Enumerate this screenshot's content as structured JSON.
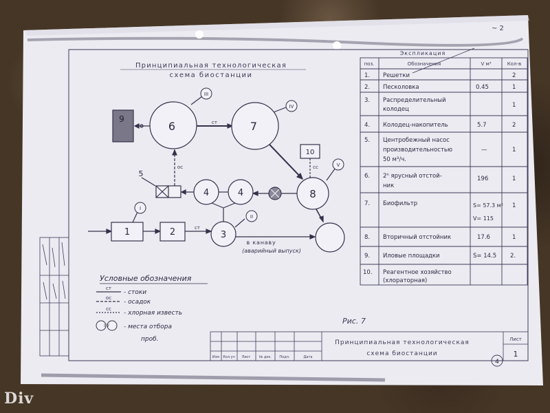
{
  "title": {
    "line1": "Принципиальная технологическая",
    "line2": "схема биостанции"
  },
  "nodes": {
    "n9": "9",
    "n6": "6",
    "n7": "7",
    "n10": "10",
    "n8": "8",
    "n5": "5",
    "n4a": "4",
    "n4b": "4",
    "n1": "1",
    "n2": "2",
    "n3": "3"
  },
  "markers": {
    "m3": "III",
    "m4": "IV",
    "m5": "V",
    "m1": "I",
    "m2": "II"
  },
  "flow_labels": {
    "st1": "ст",
    "os1": "ос",
    "st2": "ст",
    "cl1": "сс"
  },
  "outfall": {
    "line1": "в канаву",
    "line2": "(аварийный выпуск)"
  },
  "legend": {
    "title": "Условные обозначения",
    "items": [
      {
        "symbol": "ст",
        "text": "- стоки"
      },
      {
        "symbol": "ос",
        "text": "- осадок"
      },
      {
        "symbol": "сс",
        "text": "- хлорная известь"
      },
      {
        "symbol": "I V",
        "text": "- места отбора"
      },
      {
        "symbol": "",
        "text": "проб."
      }
    ]
  },
  "table": {
    "header_title": "Экспликация",
    "columns": [
      "поз.",
      "Обозначения",
      "V м³",
      "Кол-в"
    ],
    "rows": [
      {
        "pos": "1.",
        "name": "Решетки",
        "vol": "",
        "qty": "2"
      },
      {
        "pos": "2.",
        "name": "Песколовка",
        "vol": "0.45",
        "qty": "1"
      },
      {
        "pos": "3.",
        "name": "Распределительный колодец",
        "vol": "",
        "qty": "1"
      },
      {
        "pos": "4.",
        "name": "Колодец-накопитель",
        "vol": "5.7",
        "qty": "2"
      },
      {
        "pos": "5.",
        "name": "Центробежный насос производительностью 50 м³/ч.",
        "vol": "—",
        "qty": "1"
      },
      {
        "pos": "6.",
        "name": "2ʰ ярусный отстойник",
        "vol": "196",
        "qty": "1"
      },
      {
        "pos": "7.",
        "name": "Биофильтр",
        "vol": "S= 57.3 м² V= 115",
        "qty": "1"
      },
      {
        "pos": "8.",
        "name": "Вторичный отстойник",
        "vol": "17.6",
        "qty": "1"
      },
      {
        "pos": "9.",
        "name": "Иловые площадки",
        "vol": "S= 14.5",
        "qty": "2."
      },
      {
        "pos": "10.",
        "name": "Реагентное хозяйство (хлораторная)",
        "vol": "",
        "qty": ""
      }
    ]
  },
  "figure_label": "Рис. 7",
  "stamp": {
    "title_line1": "Принципиальная технологическая",
    "title_line2": "схема биостанции",
    "sheet_label": "Лист",
    "sheet_num": "1",
    "circle_num": "4",
    "bottom_cells": [
      "Изм",
      "Кол.уч",
      "Лист",
      "№ док.",
      "Подп.",
      "Дата"
    ]
  },
  "corner_mark": "~ 2",
  "watermark": "Div",
  "colors": {
    "paper": "#ecebf2",
    "ink": "#3c3a55",
    "ground": "#463626"
  }
}
